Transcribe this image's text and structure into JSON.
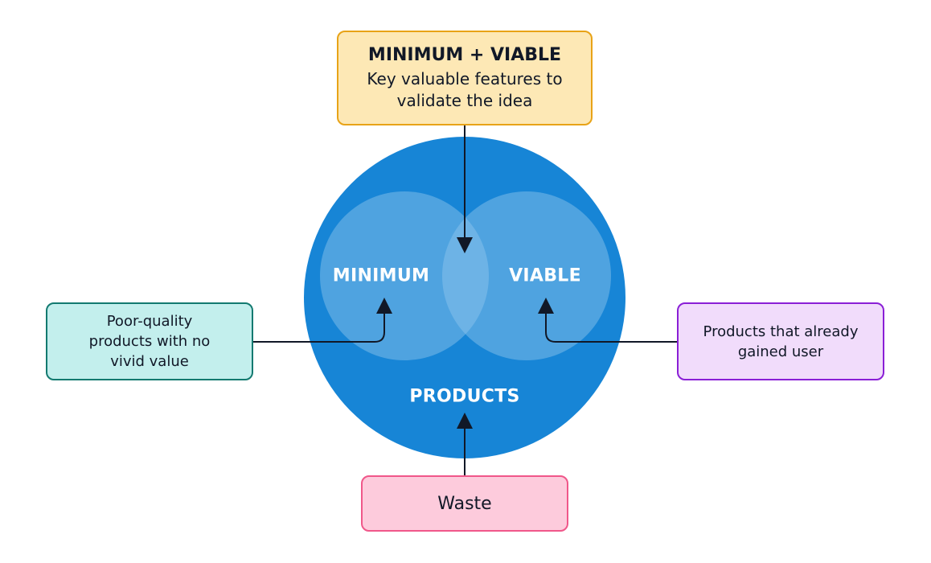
{
  "top_box": {
    "title": "MINIMUM + VIABLE",
    "text": "Key valuable features to validate the idea"
  },
  "left_box": {
    "text": "Poor-quality products with no vivid value"
  },
  "right_box": {
    "text": "Products that already gained user"
  },
  "bottom_box": {
    "text": "Waste"
  },
  "circles": {
    "products": "PRODUCTS",
    "minimum": "MINIMUM",
    "viable": "VIABLE"
  },
  "colors": {
    "outer_circle": "#1785d6",
    "inner_circle": "#4fa3e0",
    "overlap": "#6db3e6",
    "top_fill": "#fde8b5",
    "top_border": "#e8a317",
    "left_fill": "#c3efed",
    "left_border": "#137a70",
    "right_fill": "#f1dcfb",
    "right_border": "#8a1fd6",
    "bottom_fill": "#fdcbdc",
    "bottom_border": "#f0578a",
    "arrow": "#111827"
  }
}
